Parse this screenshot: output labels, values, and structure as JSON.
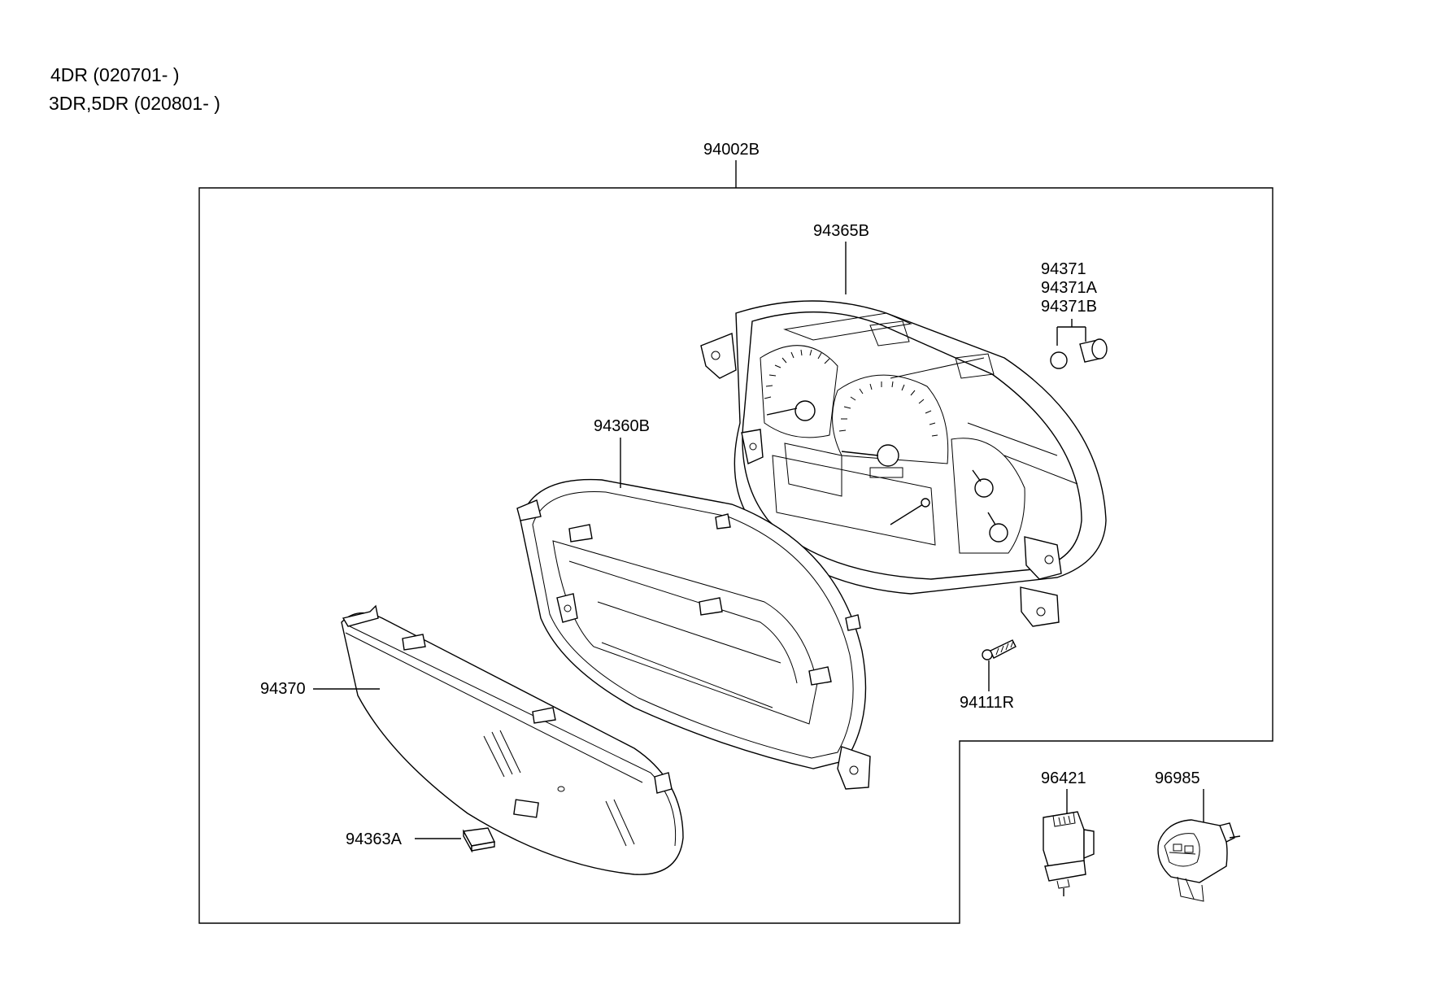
{
  "header": {
    "line1": "4DR (020701- )",
    "line2": "3DR,5DR (020801- )"
  },
  "parts": {
    "assembly": "94002B",
    "cluster_case": "94365B",
    "bulbs": [
      "94371",
      "94371A",
      "94371B"
    ],
    "bezel": "94360B",
    "screw": "94111R",
    "lens": "94370",
    "pad": "94363A",
    "sensor": "96421",
    "connector": "96985"
  }
}
